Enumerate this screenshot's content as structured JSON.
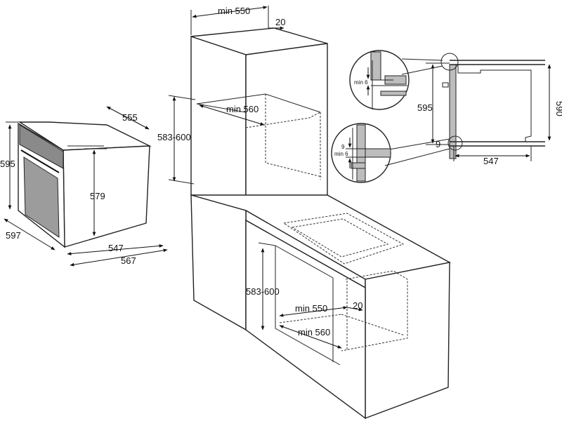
{
  "dimensions": {
    "oven_height": "595",
    "oven_front_width": "597",
    "oven_depth": "555",
    "oven_inner_height": "579",
    "oven_width_a": "547",
    "oven_width_b": "567",
    "niche_top_width": "min 550",
    "niche_top_gap": "20",
    "niche_top_depth": "min 560",
    "niche_top_height": "583-600",
    "niche_bottom_width": "min 550",
    "niche_bottom_gap": "20",
    "niche_bottom_depth": "min 560",
    "niche_bottom_height": "583-600",
    "side_height_595": "595",
    "side_height_590": "590",
    "side_depth_547": "547",
    "side_gap_9": "9",
    "detail_top_min6": "min 6",
    "detail_bottom_9": "9",
    "detail_bottom_min6": "min 6"
  },
  "colors": {
    "line": "#222222",
    "panel_grey": "#bdbdbd",
    "background": "#ffffff"
  }
}
